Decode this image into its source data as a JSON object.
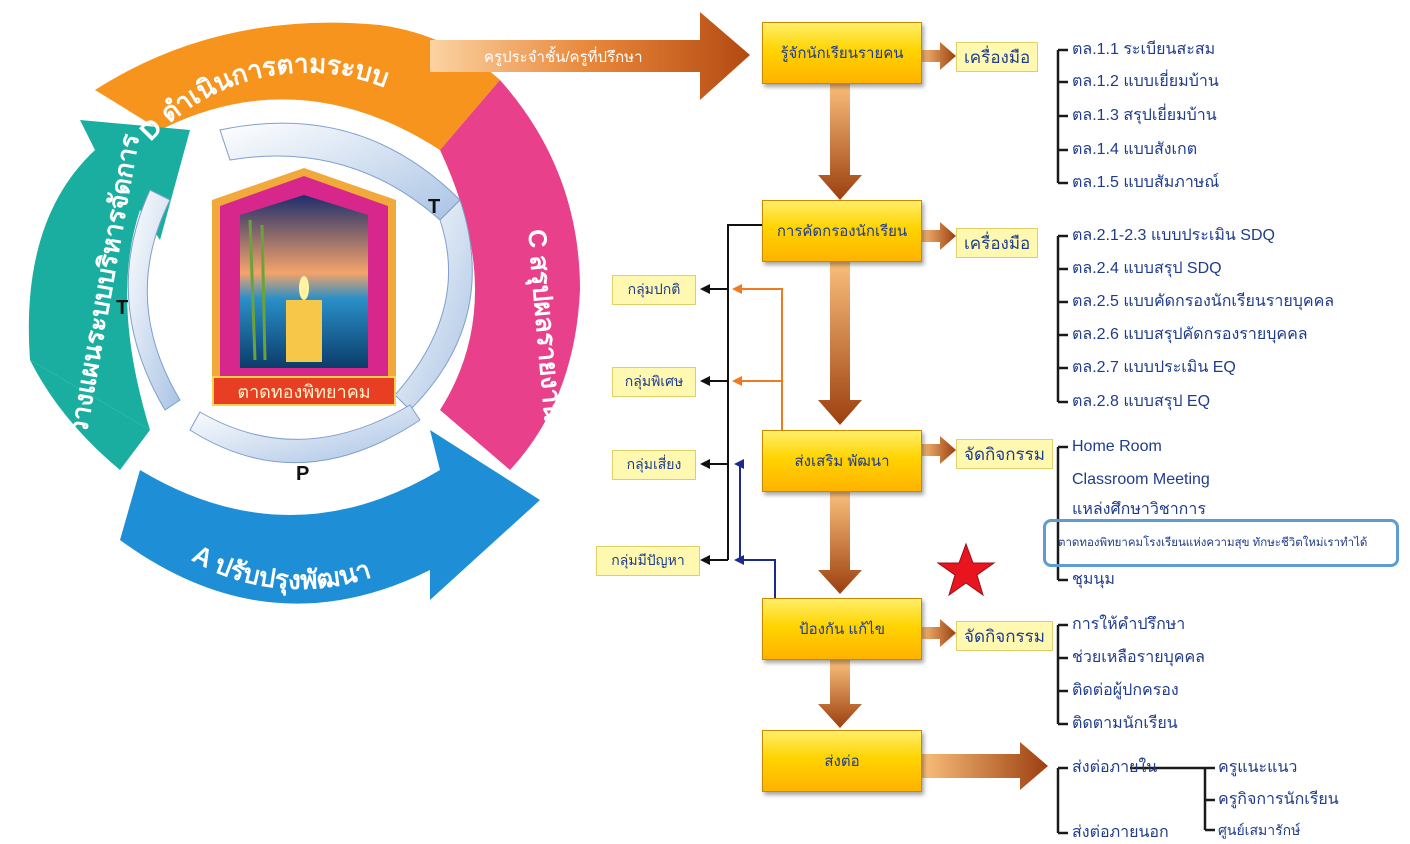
{
  "cycle": {
    "d_label": "D ดำเนินการตามระบบ",
    "c_label": "C สรุปผลรายงานผล",
    "a_label": "A ปรับปรุงพัฒนา",
    "p_label": "P วางแผนระบบบริหารจัดการ",
    "t_top": "T",
    "t_left": "T",
    "p_bottom": "P",
    "logo_caption": "ตาดทองพิทยาคม"
  },
  "big_arrow_label": "ครูประจำชั้น/ครูที่ปรึกษา",
  "flow": {
    "step1": "รู้จักนักเรียนรายคน",
    "step2": "การคัดกรองนักเรียน",
    "step3": "ส่งเสริม พัฒนา",
    "step4": "ป้องกัน แก้ไข",
    "step5": "ส่งต่อ"
  },
  "tags": {
    "tool1": "เครื่องมือ",
    "tool2": "เครื่องมือ",
    "activity1": "จัดกิจกรรม",
    "activity2": "จัดกิจกรรม"
  },
  "groups": [
    "กลุ่มปกติ",
    "กลุ่มพิเศษ",
    "กลุ่มเสี่ยง",
    "กลุ่มมีปัญหา"
  ],
  "tools1": [
    "ตล.1.1 ระเบียนสะสม",
    "ตล.1.2 แบบเยี่ยมบ้าน",
    "ตล.1.3 สรุปเยี่ยมบ้าน",
    "ตล.1.4 แบบสังเกต",
    "ตล.1.5 แบบสัมภาษณ์"
  ],
  "tools2": [
    "ตล.2.1-2.3 แบบประเมิน SDQ",
    "ตล.2.4 แบบสรุป SDQ",
    "ตล.2.5 แบบคัดกรองนักเรียนรายบุคคล",
    "ตล.2.6 แบบสรุปคัดกรองรายบุคคล",
    "ตล.2.7 แบบประเมิน EQ",
    "ตล.2.8 แบบสรุป EQ"
  ],
  "activities1": [
    "Home Room",
    "Classroom Meeting",
    "แหล่งศึกษาวิชาการ",
    "ตาดทองพิทยาคมโรงเรียนแห่งความสุข ทักษะชีวิตใหม่เราทำได้",
    "ชุมนุม"
  ],
  "activities2": [
    "การให้คำปรึกษา",
    "ช่วยเหลือรายบุคคล",
    "ติดต่อผู้ปกครอง",
    "ติดตามนักเรียน"
  ],
  "refer": {
    "internal": "ส่งต่อภายใน",
    "external": "ส่งต่อภายนอก",
    "targets": [
      "ครูแนะแนว",
      "ครูกิจการนักเรียน",
      "ศูนย์เสมารักษ์"
    ]
  },
  "colors": {
    "d_arc": "#f7941d",
    "c_arc": "#e8408a",
    "a_arc": "#1e8fd6",
    "p_arc": "#1aaea0",
    "box_fill": "#ffd400",
    "flow_arrow": "#e8873a",
    "highlight_border": "#5f9cd0",
    "star": "#e8141e"
  }
}
